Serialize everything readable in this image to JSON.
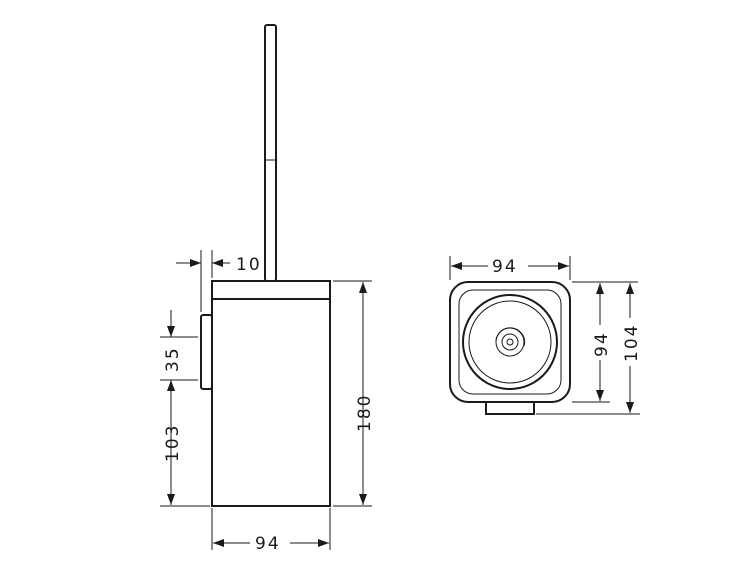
{
  "dimensions": {
    "front_wall_offset": "10",
    "front_bracket_height": "35",
    "front_mount_height": "103",
    "front_total_height": "180",
    "front_width": "94",
    "top_width": "94",
    "top_inner_depth": "94",
    "top_total_depth": "104"
  },
  "colors": {
    "line": "#1a1a1a",
    "background": "#ffffff"
  }
}
